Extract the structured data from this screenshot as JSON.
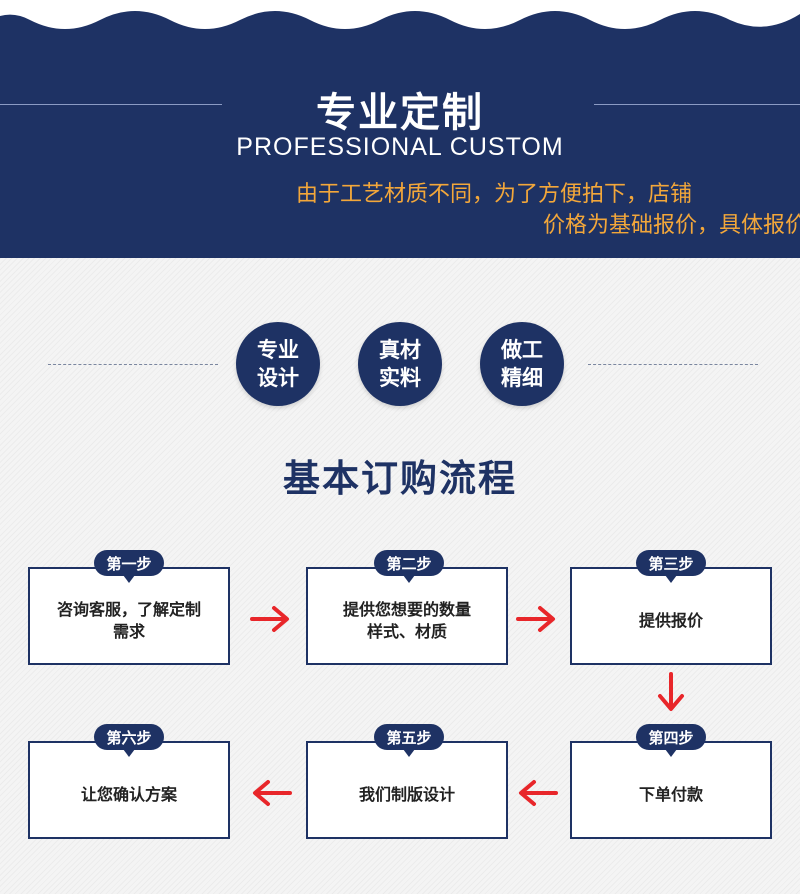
{
  "banner": {
    "title": "专业定制",
    "subtitle": "PROFESSIONAL CUSTOM",
    "note_line1": "由于工艺材质不同，为了方便拍下，店铺",
    "note_line2": "价格为基础报价，具体报价，请咨询在线客服。"
  },
  "features": [
    {
      "line1": "专业",
      "line2": "设计"
    },
    {
      "line1": "真材",
      "line2": "实料"
    },
    {
      "line1": "做工",
      "line2": "精细"
    }
  ],
  "process": {
    "title": "基本订购流程",
    "steps": [
      {
        "label": "第一步",
        "text_line1": "咨询客服，了解定制",
        "text_line2": "需求"
      },
      {
        "label": "第二步",
        "text_line1": "提供您想要的数量",
        "text_line2": "样式、材质"
      },
      {
        "label": "第三步",
        "text_line1": "提供报价",
        "text_line2": ""
      },
      {
        "label": "第四步",
        "text_line1": "下单付款",
        "text_line2": ""
      },
      {
        "label": "第五步",
        "text_line1": "我们制版设计",
        "text_line2": ""
      },
      {
        "label": "第六步",
        "text_line1": "让您确认方案",
        "text_line2": ""
      }
    ]
  },
  "colors": {
    "navy": "#1e3264",
    "orange": "#f3a73a",
    "arrow_red": "#e8262a"
  },
  "icons": {
    "arrow_right": "arrow-right-icon",
    "arrow_down": "arrow-down-icon",
    "arrow_left": "arrow-left-icon"
  }
}
